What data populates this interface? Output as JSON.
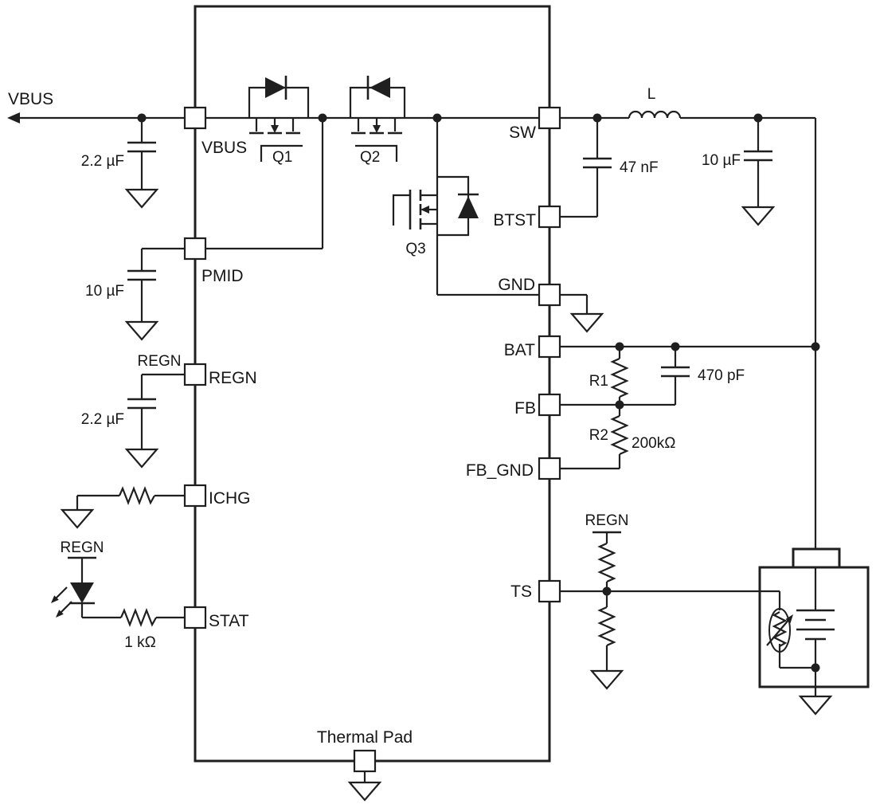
{
  "ic": {
    "pins_left": [
      "VBUS",
      "PMID",
      "REGN",
      "ICHG",
      "STAT"
    ],
    "pins_right": [
      "SW",
      "BTST",
      "GND",
      "BAT",
      "FB",
      "FB_GND",
      "TS"
    ],
    "pin_bottom": "Thermal Pad"
  },
  "nets": {
    "vbus_input": "VBUS",
    "regn_net": "REGN",
    "regn_rail_stat": "REGN",
    "regn_rail_ts": "REGN"
  },
  "components": {
    "c_vbus": "2.2 µF",
    "c_pmid": "10 µF",
    "c_regn": "2.2 µF",
    "c_btst": "47 nF",
    "c_out": "10 µF",
    "c_fb": "470 pF",
    "inductor": "L",
    "q1": "Q1",
    "q2": "Q2",
    "q3": "Q3",
    "r1": "R1",
    "r2": "R2",
    "r2_value": "200kΩ",
    "r_stat": "1 kΩ"
  },
  "colors": {
    "line": "#1f1f1f",
    "text": "#161616",
    "background": "#ffffff"
  }
}
